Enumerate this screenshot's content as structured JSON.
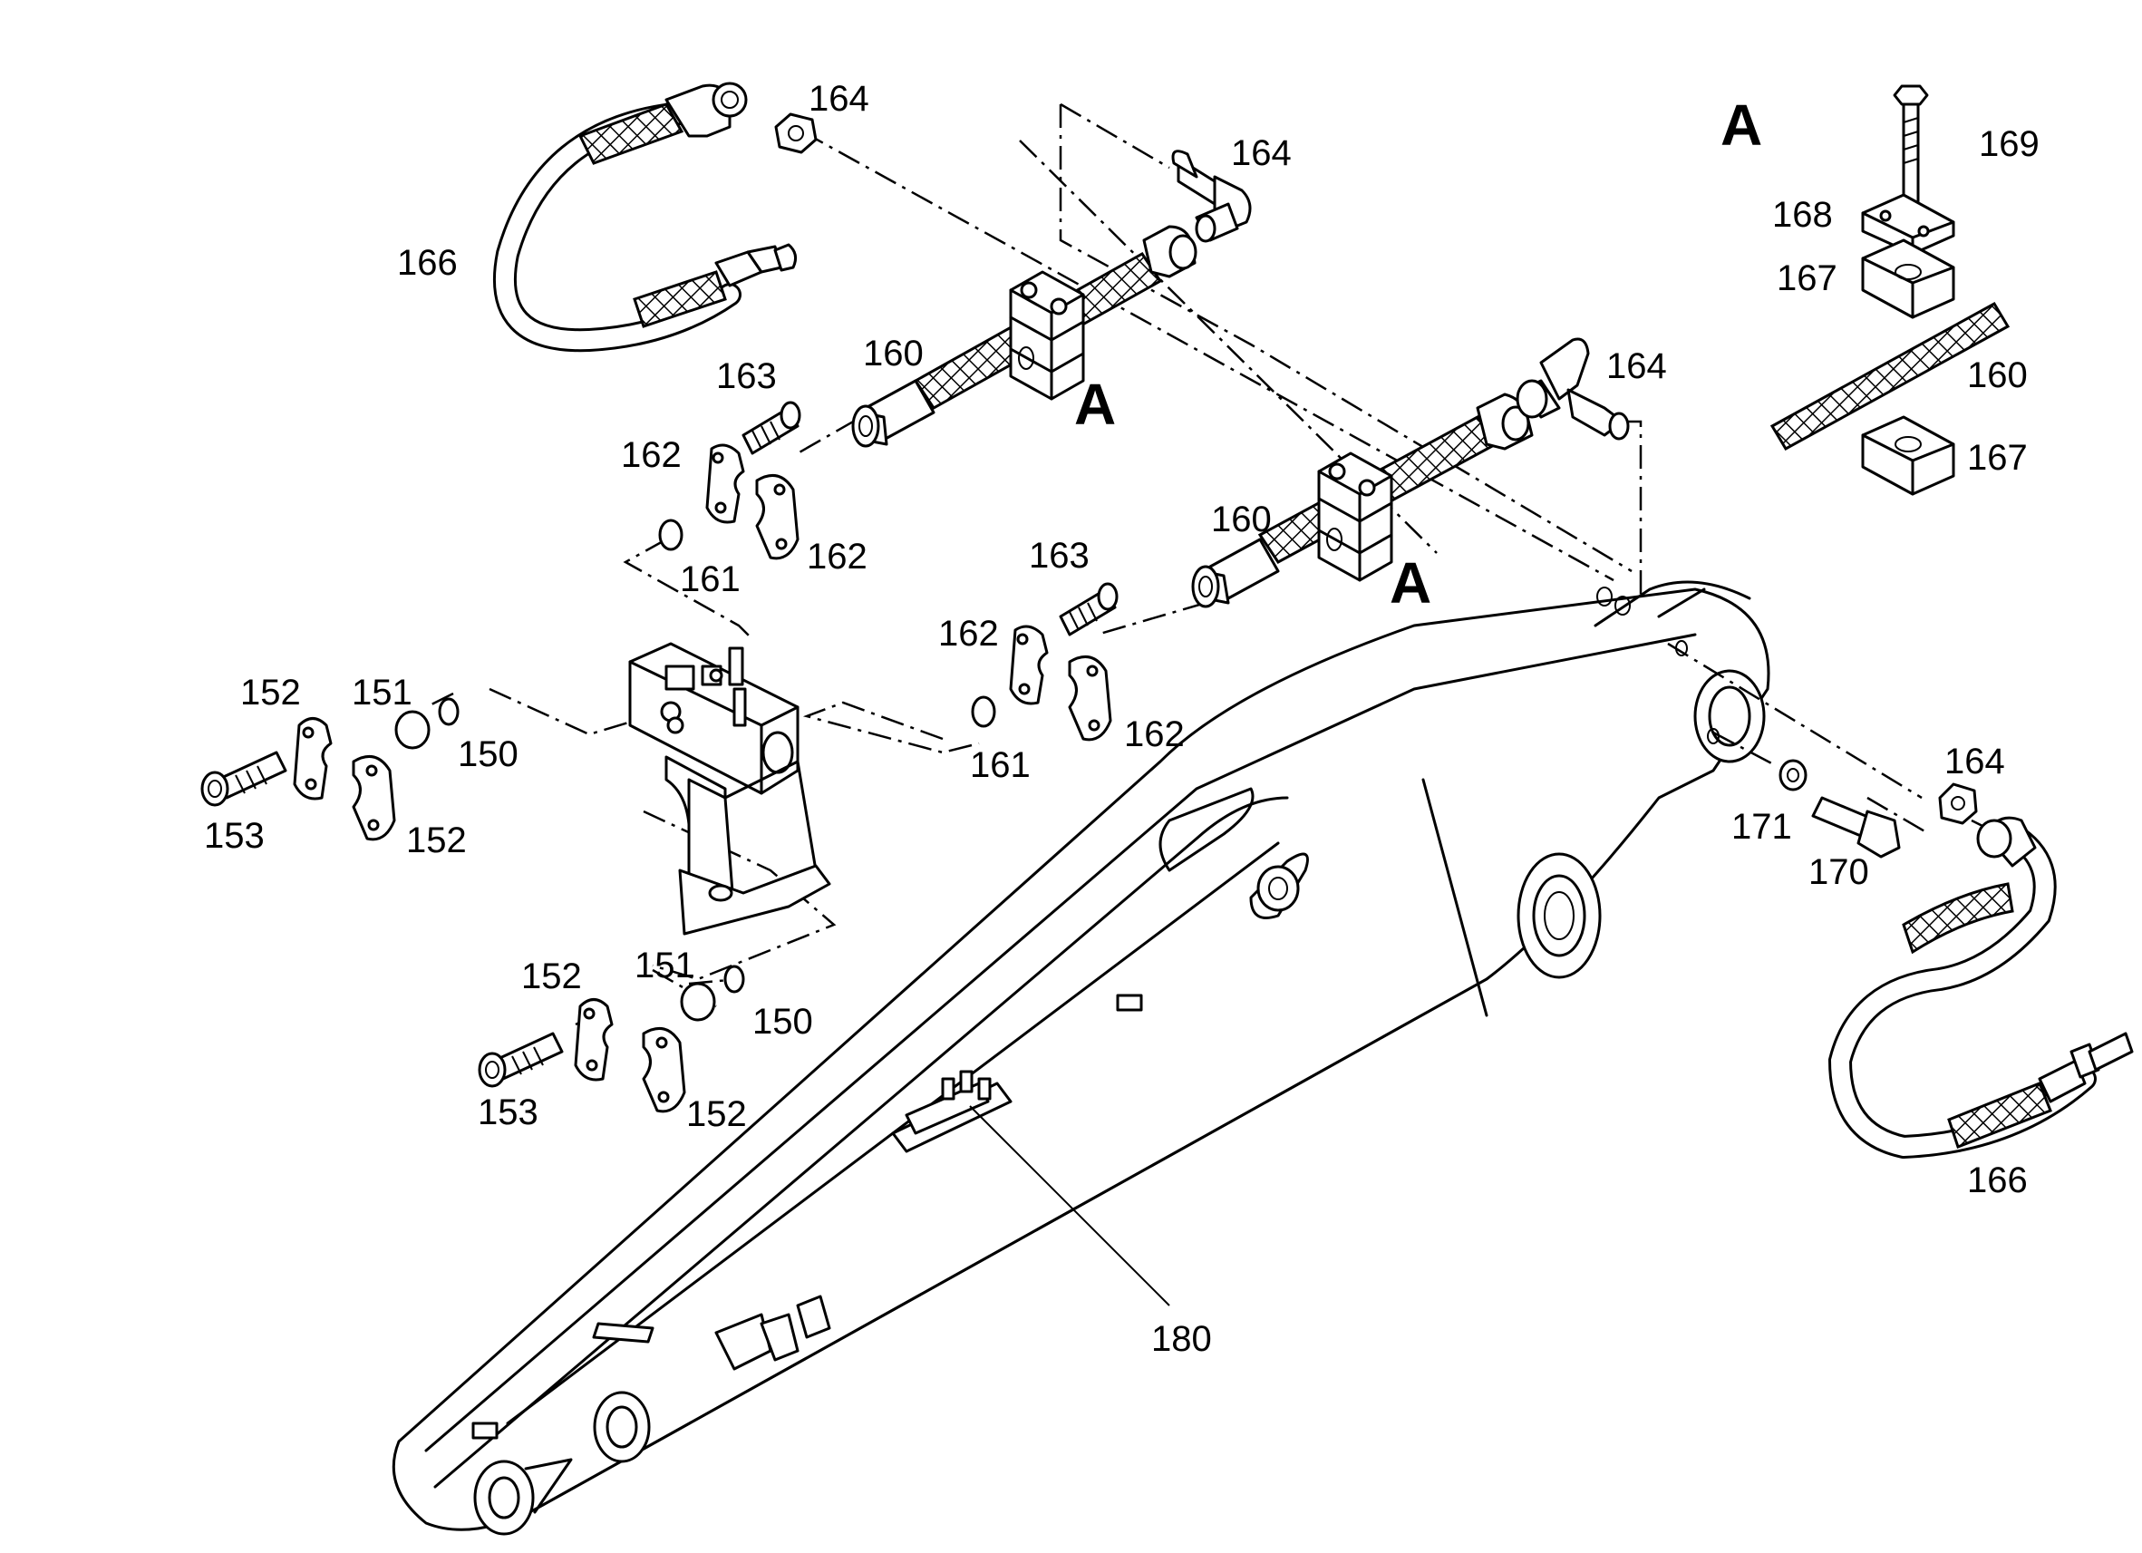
{
  "detail_letter": "A",
  "labels": {
    "l164a": "164",
    "l164b": "164",
    "l164c": "164",
    "l164d": "164",
    "l166a": "166",
    "l166b": "166",
    "l160a": "160",
    "l160b": "160",
    "l160c": "160",
    "l163a": "163",
    "l163b": "163",
    "l162a": "162",
    "l162b": "162",
    "l162c": "162",
    "l162d": "162",
    "l161a": "161",
    "l161b": "161",
    "l152a": "152",
    "l152b": "152",
    "l152c": "152",
    "l152d": "152",
    "l151a": "151",
    "l151b": "151",
    "l150a": "150",
    "l150b": "150",
    "l153a": "153",
    "l153b": "153",
    "l169": "169",
    "l168": "168",
    "l167a": "167",
    "l167b": "167",
    "l171": "171",
    "l170": "170",
    "l180": "180",
    "clampA1": "A",
    "clampA2": "A"
  }
}
